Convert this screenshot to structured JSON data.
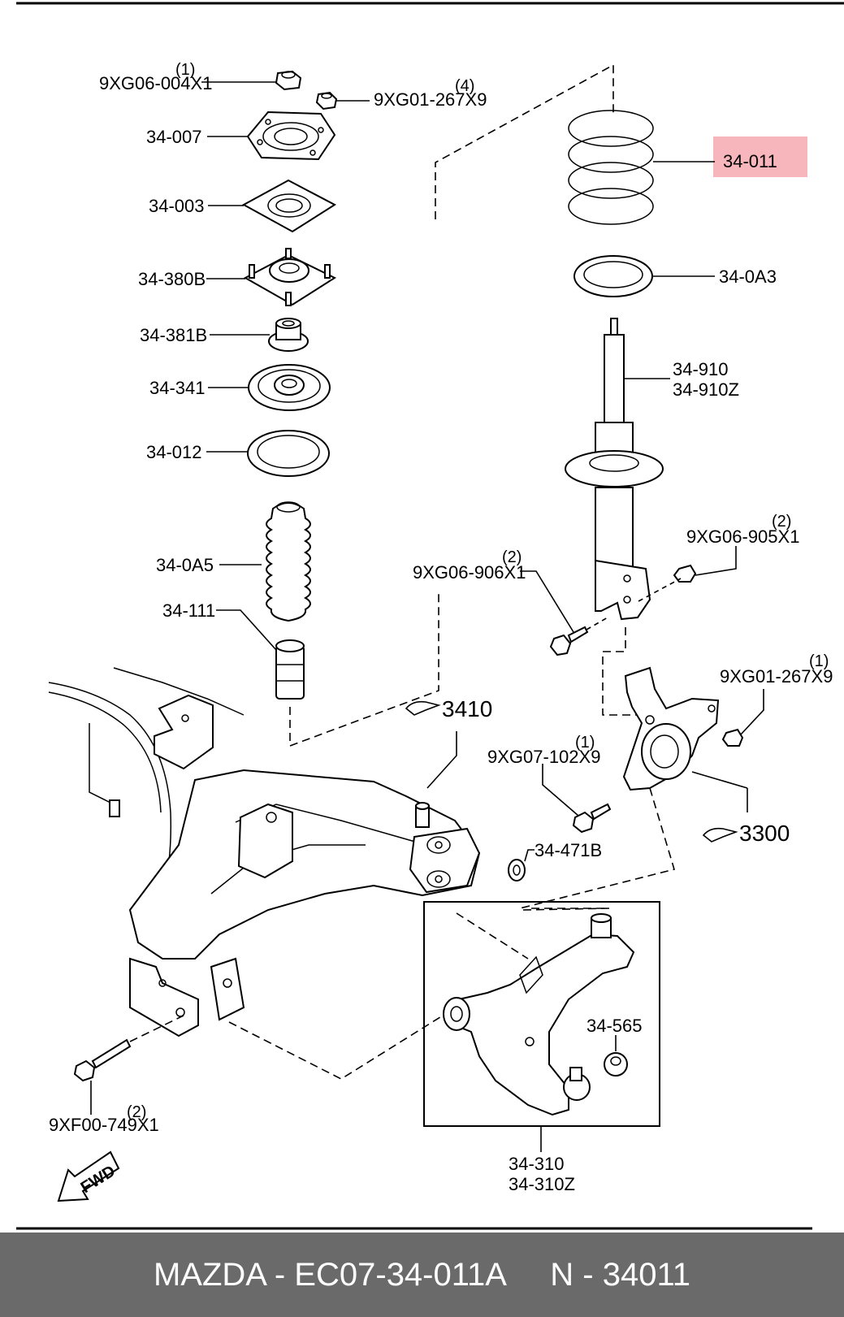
{
  "labels": {
    "nut_top": "9XG06-004X1",
    "nut_top_qty": "(1)",
    "nut_small": "9XG01-267X9",
    "nut_small_qty": "(4)",
    "mount_plate": "34-007",
    "gasket": "34-003",
    "strut_mount": "34-380B",
    "bushing": "34-381B",
    "bearing": "34-341",
    "seat_upper": "34-012",
    "dust_boot": "34-0A5",
    "bump_stop": "34-111",
    "coil_spring": "34-011",
    "spring_seat": "34-0A3",
    "shock_a": "34-910",
    "shock_b": "34-910Z",
    "nut_right": "9XG06-905X1",
    "nut_right_qty": "(2)",
    "bolt_strut": "9XG06-906X1",
    "bolt_strut_qty": "(2)",
    "nut_knuckle": "9XG01-267X9",
    "nut_knuckle_qty": "(1)",
    "bolt_knuckle": "9XG07-102X9",
    "bolt_knuckle_qty": "(1)",
    "washer": "34-471B",
    "arm_bushing": "34-565",
    "arm_a": "34-310",
    "arm_b": "34-310Z",
    "bolt_frame": "9XF00-749X1",
    "bolt_frame_qty": "(2)",
    "ref_3410": "3410",
    "ref_3300": "3300",
    "fwd": "FWD"
  },
  "highlight_color": "#f7b6bc",
  "footer": {
    "text": "MAZDA - EC07-34-011A     N - 34011"
  }
}
